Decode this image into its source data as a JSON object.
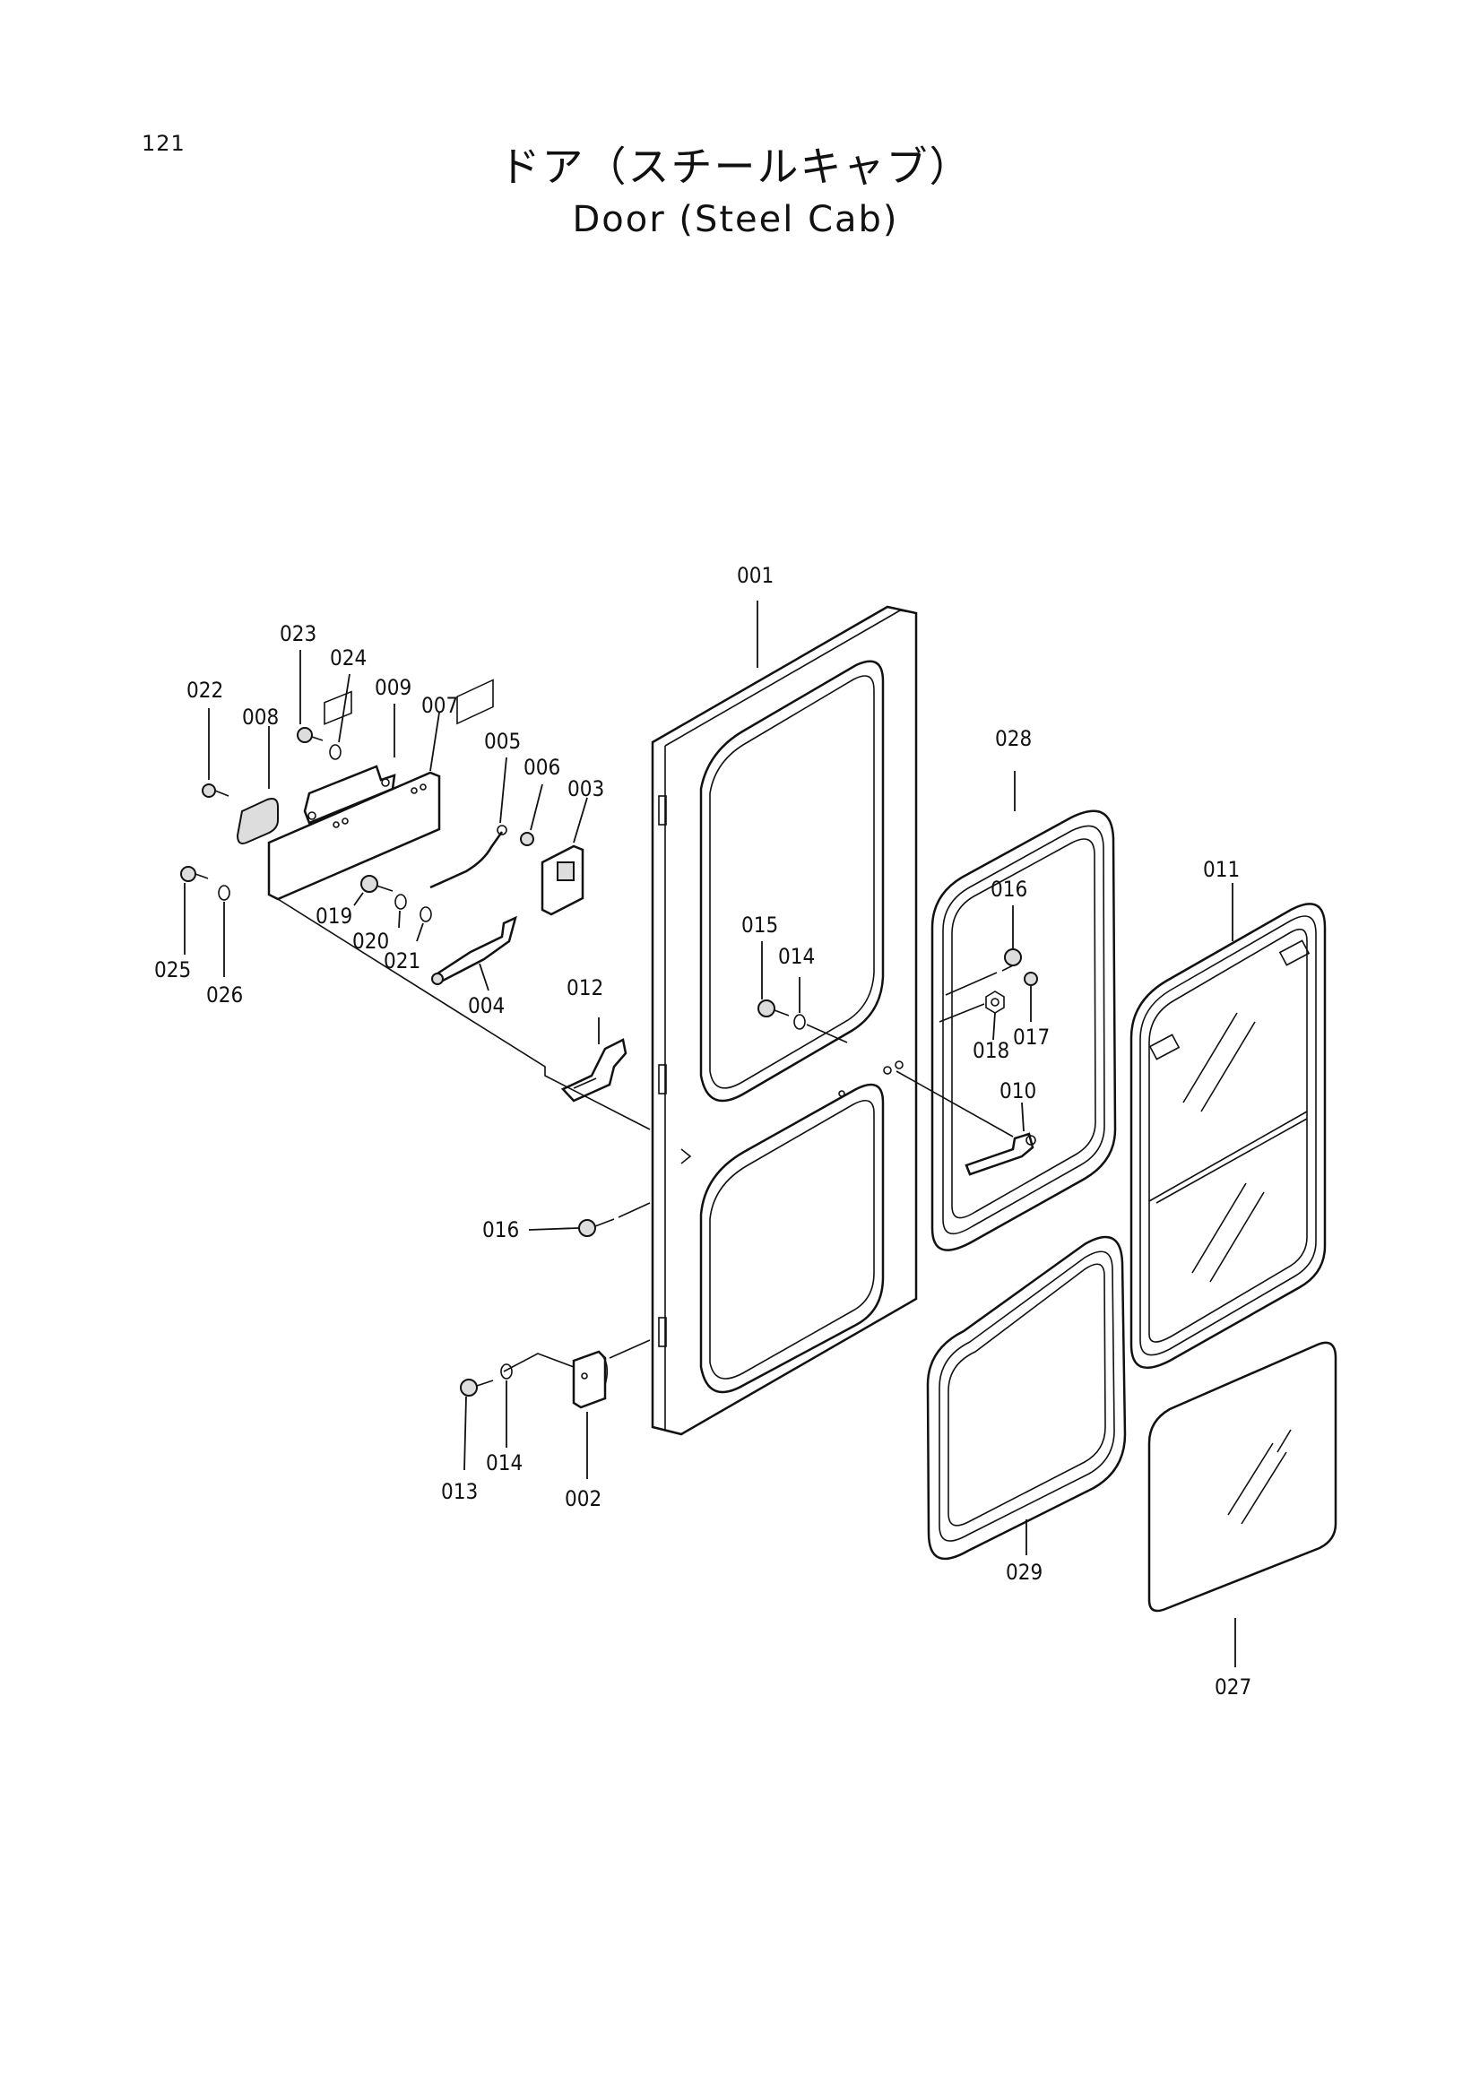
{
  "page_number": "121",
  "title_jp": "ドア（スチールキャブ）",
  "title_en": "Door (Steel Cab)",
  "callouts": [
    {
      "id": "001",
      "label": "001"
    },
    {
      "id": "002",
      "label": "002"
    },
    {
      "id": "003",
      "label": "003"
    },
    {
      "id": "004",
      "label": "004"
    },
    {
      "id": "005",
      "label": "005"
    },
    {
      "id": "006",
      "label": "006"
    },
    {
      "id": "007",
      "label": "007"
    },
    {
      "id": "008",
      "label": "008"
    },
    {
      "id": "009",
      "label": "009"
    },
    {
      "id": "010",
      "label": "010"
    },
    {
      "id": "011",
      "label": "011"
    },
    {
      "id": "012",
      "label": "012"
    },
    {
      "id": "013",
      "label": "013"
    },
    {
      "id": "014a",
      "label": "014"
    },
    {
      "id": "014b",
      "label": "014"
    },
    {
      "id": "015",
      "label": "015"
    },
    {
      "id": "016a",
      "label": "016"
    },
    {
      "id": "016b",
      "label": "016"
    },
    {
      "id": "017",
      "label": "017"
    },
    {
      "id": "018",
      "label": "018"
    },
    {
      "id": "019",
      "label": "019"
    },
    {
      "id": "020",
      "label": "020"
    },
    {
      "id": "021",
      "label": "021"
    },
    {
      "id": "022",
      "label": "022"
    },
    {
      "id": "023",
      "label": "023"
    },
    {
      "id": "024",
      "label": "024"
    },
    {
      "id": "025",
      "label": "025"
    },
    {
      "id": "026",
      "label": "026"
    },
    {
      "id": "027",
      "label": "027"
    },
    {
      "id": "028",
      "label": "028"
    },
    {
      "id": "029",
      "label": "029"
    }
  ]
}
